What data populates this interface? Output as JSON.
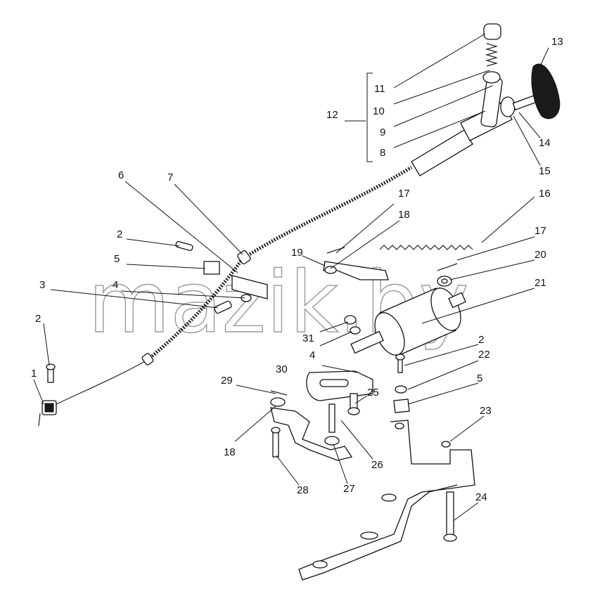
{
  "watermark": "mazik.by",
  "callouts": [
    {
      "id": "c1",
      "text": "1"
    },
    {
      "id": "c2a",
      "text": "2"
    },
    {
      "id": "c2b",
      "text": "2"
    },
    {
      "id": "c2c",
      "text": "2"
    },
    {
      "id": "c3",
      "text": "3"
    },
    {
      "id": "c4a",
      "text": "4"
    },
    {
      "id": "c4b",
      "text": "4"
    },
    {
      "id": "c5a",
      "text": "5"
    },
    {
      "id": "c5b",
      "text": "5"
    },
    {
      "id": "c6",
      "text": "6"
    },
    {
      "id": "c7",
      "text": "7"
    },
    {
      "id": "c8",
      "text": "8"
    },
    {
      "id": "c9",
      "text": "9"
    },
    {
      "id": "c10",
      "text": "10"
    },
    {
      "id": "c11",
      "text": "11"
    },
    {
      "id": "c12",
      "text": "12"
    },
    {
      "id": "c13",
      "text": "13"
    },
    {
      "id": "c14",
      "text": "14"
    },
    {
      "id": "c15",
      "text": "15"
    },
    {
      "id": "c16",
      "text": "16"
    },
    {
      "id": "c17a",
      "text": "17"
    },
    {
      "id": "c17b",
      "text": "17"
    },
    {
      "id": "c18a",
      "text": "18"
    },
    {
      "id": "c18b",
      "text": "18"
    },
    {
      "id": "c19",
      "text": "19"
    },
    {
      "id": "c20",
      "text": "20"
    },
    {
      "id": "c21",
      "text": "21"
    },
    {
      "id": "c22",
      "text": "22"
    },
    {
      "id": "c23",
      "text": "23"
    },
    {
      "id": "c24",
      "text": "24"
    },
    {
      "id": "c25",
      "text": "25"
    },
    {
      "id": "c26",
      "text": "26"
    },
    {
      "id": "c27",
      "text": "27"
    },
    {
      "id": "c28",
      "text": "28"
    },
    {
      "id": "c29",
      "text": "29"
    },
    {
      "id": "c30",
      "text": "30"
    },
    {
      "id": "c31",
      "text": "31"
    }
  ]
}
